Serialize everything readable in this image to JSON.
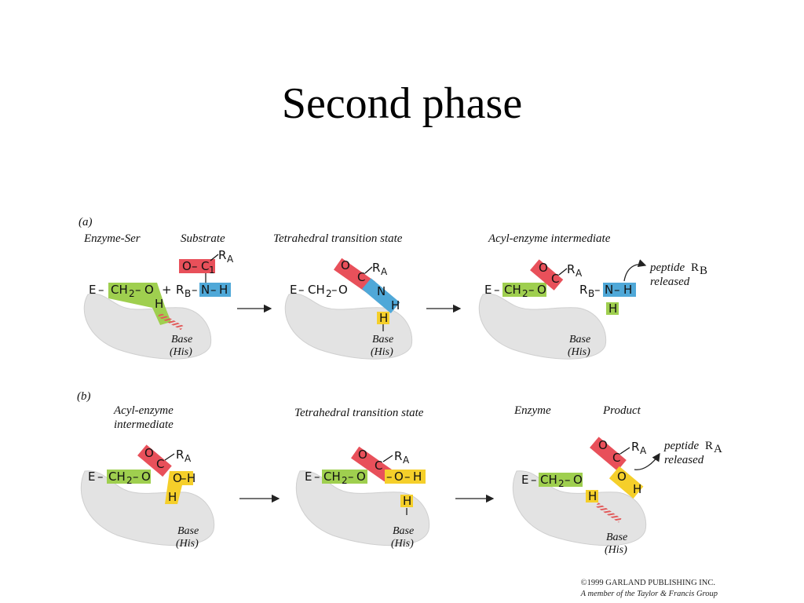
{
  "title": "Second phase",
  "colors": {
    "green": "#9fcf4f",
    "red": "#e8505a",
    "blue": "#4fa8d8",
    "yellow": "#f5cf2a",
    "enzyme": "#e3e3e3",
    "hatch": "#e25a5a"
  },
  "panel_a": {
    "tag": "(a)",
    "enzyme_ser": "Enzyme-Ser",
    "substrate": "Substrate",
    "tetrahedral": "Tetrahedral transition state",
    "acyl": "Acyl-enzyme intermediate",
    "peptide": "peptide",
    "rb_label": "R",
    "rb_sub": "B",
    "released": "released"
  },
  "panel_b": {
    "tag": "(b)",
    "acyl_line1": "Acyl-enzyme",
    "acyl_line2": "intermediate",
    "tetrahedral": "Tetrahedral transition state",
    "enzyme": "Enzyme",
    "product": "Product",
    "peptide": "peptide",
    "ra_label": "R",
    "ra_sub": "A",
    "released": "released"
  },
  "chem": {
    "E": "E",
    "dash": "–",
    "ch2": "CH",
    "ch2_sub": "2",
    "O": "O",
    "H": "H",
    "N": "N",
    "C": "C",
    "C1": "1",
    "R": "R",
    "A": "A",
    "B": "B",
    "plus": "+",
    "base": "Base",
    "his": "(His)"
  },
  "copyright": {
    "line1": "©1999 GARLAND PUBLISHING INC.",
    "line2": "A member of the Taylor & Francis Group"
  }
}
